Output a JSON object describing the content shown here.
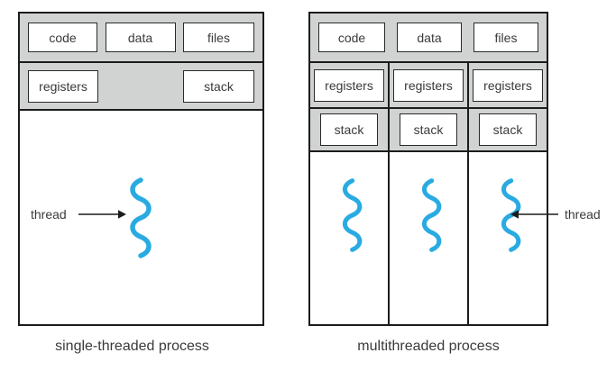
{
  "colors": {
    "band_gray": "#d1d3d2",
    "line_dark": "#1c1c1c",
    "thread_blue": "#29abe2",
    "text": "#3a3a3a",
    "background": "#ffffff"
  },
  "left_process": {
    "caption": "single-threaded process",
    "cells": {
      "code": "code",
      "data": "data",
      "files": "files",
      "registers": "registers",
      "stack": "stack"
    },
    "thread_label": "thread",
    "thread_count": 1
  },
  "right_process": {
    "caption": "multithreaded process",
    "cells": {
      "code": "code",
      "data": "data",
      "files": "files",
      "registers": "registers",
      "stack": "stack"
    },
    "thread_label": "thread",
    "thread_count": 3
  }
}
